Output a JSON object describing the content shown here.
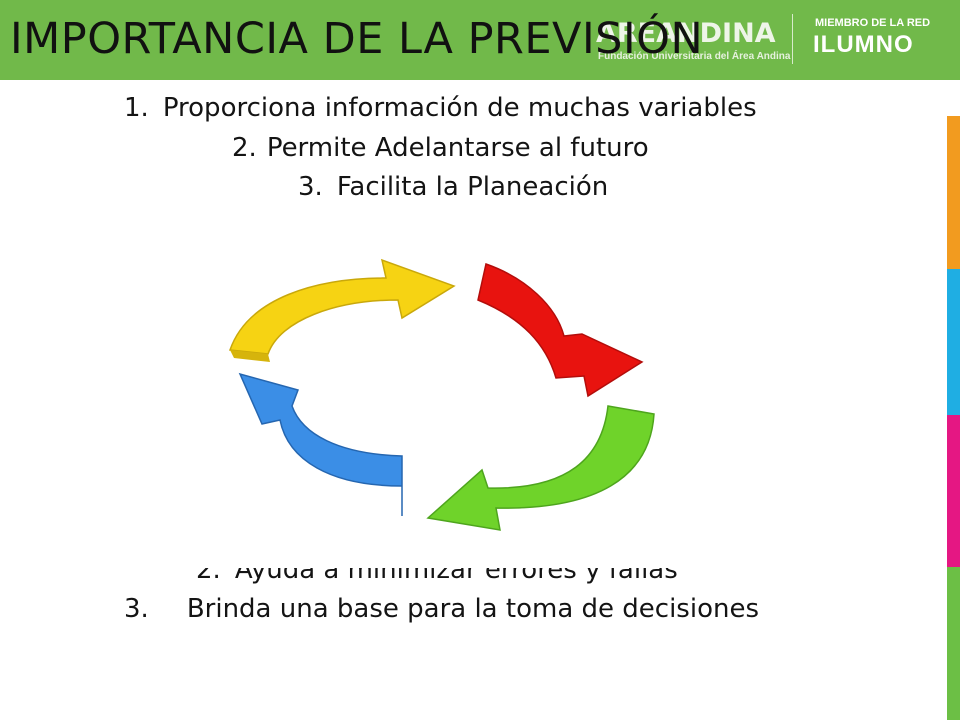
{
  "header": {
    "title": "IMPORTANCIA DE LA PREVISIÓN",
    "band_color": "#71b94a",
    "logo_left": {
      "name": "AREANDINA",
      "subtitle": "Fundación Universitaria del Área Andina"
    },
    "logo_right": {
      "top_text": "MIEMBRO DE LA RED",
      "main_text": "ILUMNO"
    }
  },
  "list_top": [
    {
      "number": "1.",
      "text": "Proporciona información de muchas variables"
    },
    {
      "number": "2.",
      "text": "Permite Adelantarse al futuro"
    },
    {
      "number": "3.",
      "text": "Facilita la Planeación"
    }
  ],
  "list_bottom": [
    {
      "number": "2.",
      "text": "Ayuda a minimizar errores y fallas"
    },
    {
      "number": "3.",
      "text": "Brinda una base para la toma de decisiones"
    }
  ],
  "cycle_image": {
    "icon": "cycle-arrows-image",
    "arrow_colors": {
      "yellow": "#f6d313",
      "red": "#e8130f",
      "green": "#6fd32a",
      "blue": "#3b8ee6"
    }
  },
  "side_bars": {
    "colors": [
      "#f29b1f",
      "#1faee3",
      "#e51783",
      "#6cbf45"
    ]
  }
}
